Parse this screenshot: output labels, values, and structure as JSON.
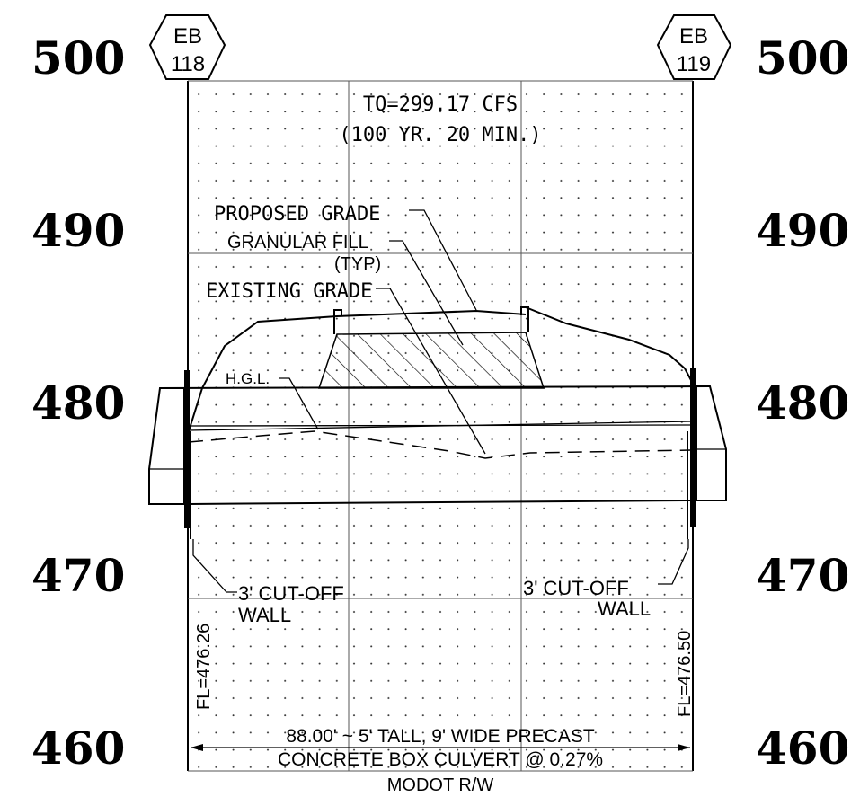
{
  "elevations_left": [
    "500",
    "490",
    "480",
    "470",
    "460"
  ],
  "elevations_right": [
    "500",
    "490",
    "480",
    "470",
    "460"
  ],
  "station_left": {
    "line1": "EB",
    "line2": "118"
  },
  "station_right": {
    "line1": "EB",
    "line2": "119"
  },
  "flow": {
    "line1": "TQ=299.17 CFS",
    "line2": "(100 YR. 20 MIN.)"
  },
  "labels": {
    "proposed_grade": "PROPOSED GRADE",
    "granular_fill_1": "GRANULAR FILL",
    "granular_fill_2": "(TYP)",
    "existing_grade": "EXISTING GRADE",
    "hgl": "H.G.L.",
    "cutoff_left_1": "3' CUT-OFF",
    "cutoff_left_2": "WALL",
    "cutoff_right_1": "3' CUT-OFF",
    "cutoff_right_2": "WALL",
    "fl_left": "FL=476.26",
    "fl_right": "FL=476.50",
    "culvert_1": "88.00' ~ 5' TALL, 9' WIDE PRECAST",
    "culvert_2": "CONCRETE BOX CULVERT @ 0.27%",
    "row": "MODOT R/W"
  }
}
